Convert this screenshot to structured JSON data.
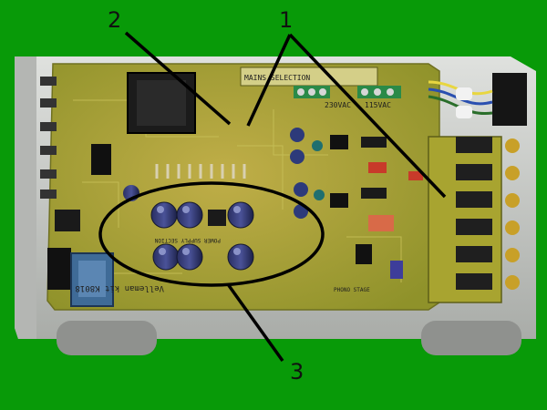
{
  "image": {
    "background": "#089a08",
    "board_color": "#a7a42e",
    "case_color": "#c9cbc8"
  },
  "callouts": [
    {
      "label": "1"
    },
    {
      "label": "2"
    },
    {
      "label": "3"
    }
  ],
  "board_text": {
    "mains_selection": "MAINS SELECTION",
    "v230": "230VAC",
    "v115": "115VAC",
    "power_supply": "POWER SUPPLY SECTION",
    "phono_stage": "PHONO STAGE",
    "model": "Velleman kit K8018"
  }
}
